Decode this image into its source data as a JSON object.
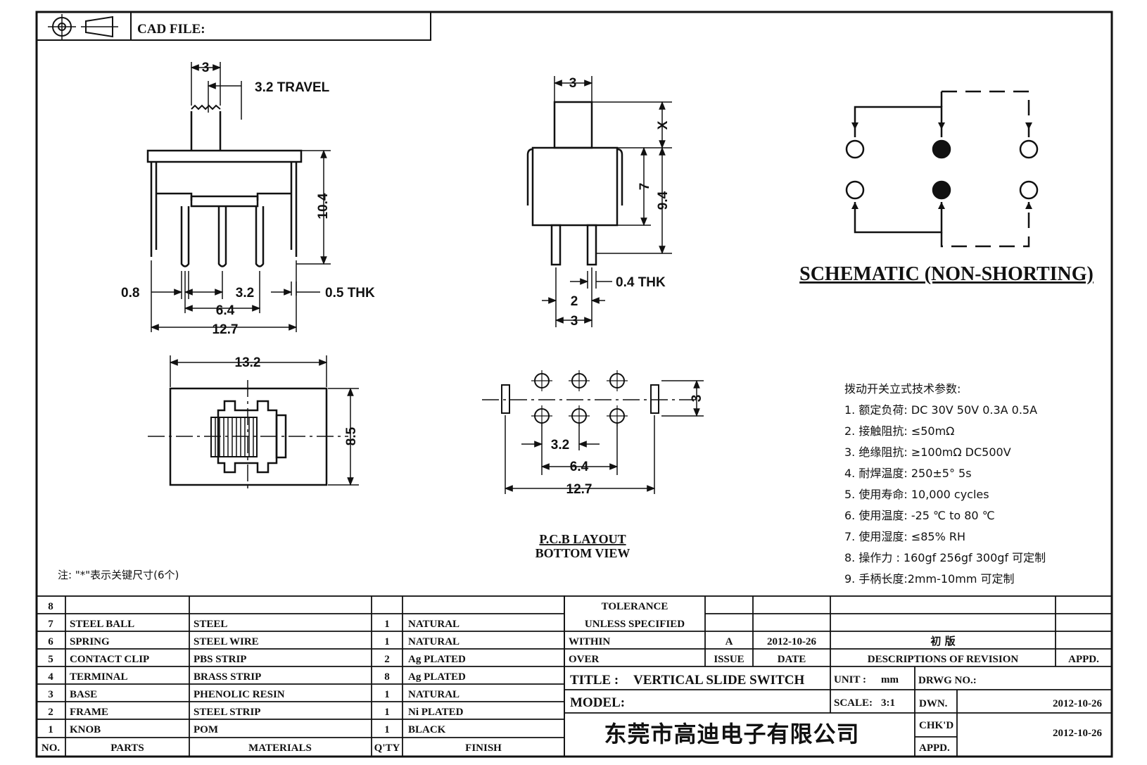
{
  "title_block": {
    "cad_file_label": "CAD FILE:",
    "title_label": "TITLE :",
    "title_value": "VERTICAL SLIDE SWITCH",
    "model_label": "MODEL:",
    "unit_label": "UNIT :",
    "unit_value": "mm",
    "scale_label": "SCALE:",
    "scale_value": "3:1",
    "drwg_no_label": "DRWG NO.:",
    "dwn_label": "DWN.",
    "dwn_date": "2012-10-26",
    "chkd_label": "CHK'D",
    "chkd_date": "2012-10-26",
    "appd_label": "APPD.",
    "company": "东莞市高迪电子有限公司",
    "tolerance": "TOLERANCE",
    "unless_specified": "UNLESS   SPECIFIED",
    "within": "WITHIN",
    "over": "OVER",
    "revision": {
      "issue": "A",
      "date": "2012-10-26",
      "description": "初   版",
      "issue_header": "ISSUE",
      "date_header": "DATE",
      "desc_header": "DESCRIPTIONS OF REVISION",
      "appd_header": "APPD."
    }
  },
  "bom": {
    "headers": {
      "no": "NO.",
      "parts": "PARTS",
      "materials": "MATERIALS",
      "qty": "Q'TY",
      "finish": "FINISH"
    },
    "rows": [
      {
        "no": "8",
        "part": "",
        "material": "",
        "qty": "",
        "finish": ""
      },
      {
        "no": "7",
        "part": "STEEL BALL",
        "material": "STEEL",
        "qty": "1",
        "finish": "NATURAL"
      },
      {
        "no": "6",
        "part": "SPRING",
        "material": "STEEL WIRE",
        "qty": "1",
        "finish": "NATURAL"
      },
      {
        "no": "5",
        "part": "CONTACT CLIP",
        "material": "PBS STRIP",
        "qty": "2",
        "finish": "Ag PLATED"
      },
      {
        "no": "4",
        "part": "TERMINAL",
        "material": "BRASS STRIP",
        "qty": "8",
        "finish": "Ag PLATED"
      },
      {
        "no": "3",
        "part": "BASE",
        "material": "PHENOLIC RESIN",
        "qty": "1",
        "finish": "NATURAL"
      },
      {
        "no": "2",
        "part": "FRAME",
        "material": "STEEL STRIP",
        "qty": "1",
        "finish": "Ni PLATED"
      },
      {
        "no": "1",
        "part": "KNOB",
        "material": "POM",
        "qty": "1",
        "finish": "BLACK"
      }
    ]
  },
  "dimensions": {
    "front_knob_width": "3",
    "travel": "3.2 TRAVEL",
    "front_height": "10.4",
    "pin_width": "0.8",
    "pin_pitch": "3.2",
    "thickness_front": "0.5 THK",
    "pin_span": "6.4",
    "body_width": "12.7",
    "side_knob_width": "3",
    "side_x": "X",
    "side_body_height": "7",
    "side_total_height": "9.4",
    "side_thickness": "0.4 THK",
    "side_pin_spacing": "2",
    "side_bottom_width": "3",
    "top_width": "13.2",
    "top_depth": "8.5",
    "pcb_row_spacing": "3",
    "pcb_pitch": "3.2",
    "pcb_span": "6.4",
    "pcb_width": "12.7"
  },
  "labels": {
    "schematic": "SCHEMATIC (NON-SHORTING)",
    "pcb_layout": "P.C.B LAYOUT",
    "bottom_view": "BOTTOM VIEW",
    "note": "注: \"*\"表示关键尺寸(6个)"
  },
  "specs": {
    "heading": "拨动开关立式技术参数:",
    "items": [
      "1.  额定负荷: DC 30V    50V    0.3A    0.5A",
      "2.  接触阻抗:  ≤50mΩ",
      "3.  绝缘阻抗:  ≥100mΩ   DC500V",
      "4.  耐焊温度: 250±5°  5s",
      "5.  使用寿命: 10,000 cycles",
      "6.  使用温度: -25  ℃  to 80  ℃",
      "7.  使用湿度:  ≤85% RH",
      "8.  操作力 : 160gf    256gf    300gf  可定制",
      "9.  手柄长度:2mm-10mm   可定制"
    ]
  }
}
